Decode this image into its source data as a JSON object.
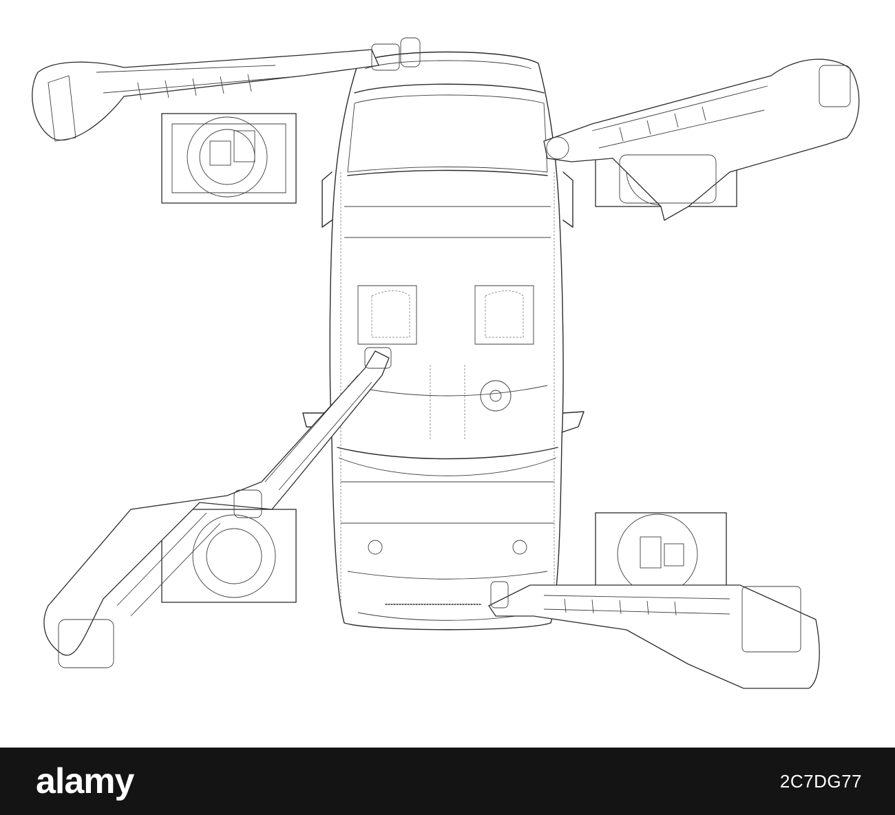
{
  "illustration": {
    "subject": "car-wireframe-with-robotic-arms",
    "line_color": "#2a2a2a",
    "background": "#ffffff"
  },
  "footer": {
    "brand": "alamy",
    "image_id": "2C7DG77",
    "background": "#141414",
    "text_color": "#ffffff"
  }
}
